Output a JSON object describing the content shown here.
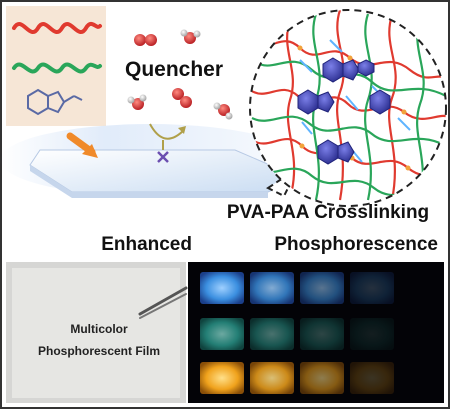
{
  "labels": {
    "quencher": "Quencher",
    "crosslinking": "PVA-PAA Crosslinking",
    "enhanced": "Enhanced",
    "phosphorescence": "Phosphorescence",
    "film_line1": "Multicolor",
    "film_line2": "Phosphorescent Film"
  },
  "icons": {
    "oxygen": "oxygen-molecule-icon",
    "water": "water-molecule-icon",
    "block": "cross-mark-icon",
    "arrow": "arrow-icon"
  },
  "colors": {
    "pva_chain": "#e03a2f",
    "paa_chain": "#2aa65a",
    "phosphor": "#3b3fb0",
    "hbond": "#5fb4ff",
    "oxygen": "#d9262b",
    "inlet_panel": "#f6e6d6",
    "blue_emission": "#3b8fe0",
    "cyan_emission": "#2ea89a",
    "yellow_emission": "#f0a21c",
    "film_sheet": "#dce8f6"
  },
  "emission_grid": [
    {
      "row": "blue",
      "levels": [
        1.0,
        0.82,
        0.55,
        0.22
      ]
    },
    {
      "row": "cyan",
      "levels": [
        0.75,
        0.5,
        0.3,
        0.12
      ]
    },
    {
      "row": "yellow",
      "levels": [
        1.0,
        0.85,
        0.55,
        0.22
      ]
    }
  ]
}
